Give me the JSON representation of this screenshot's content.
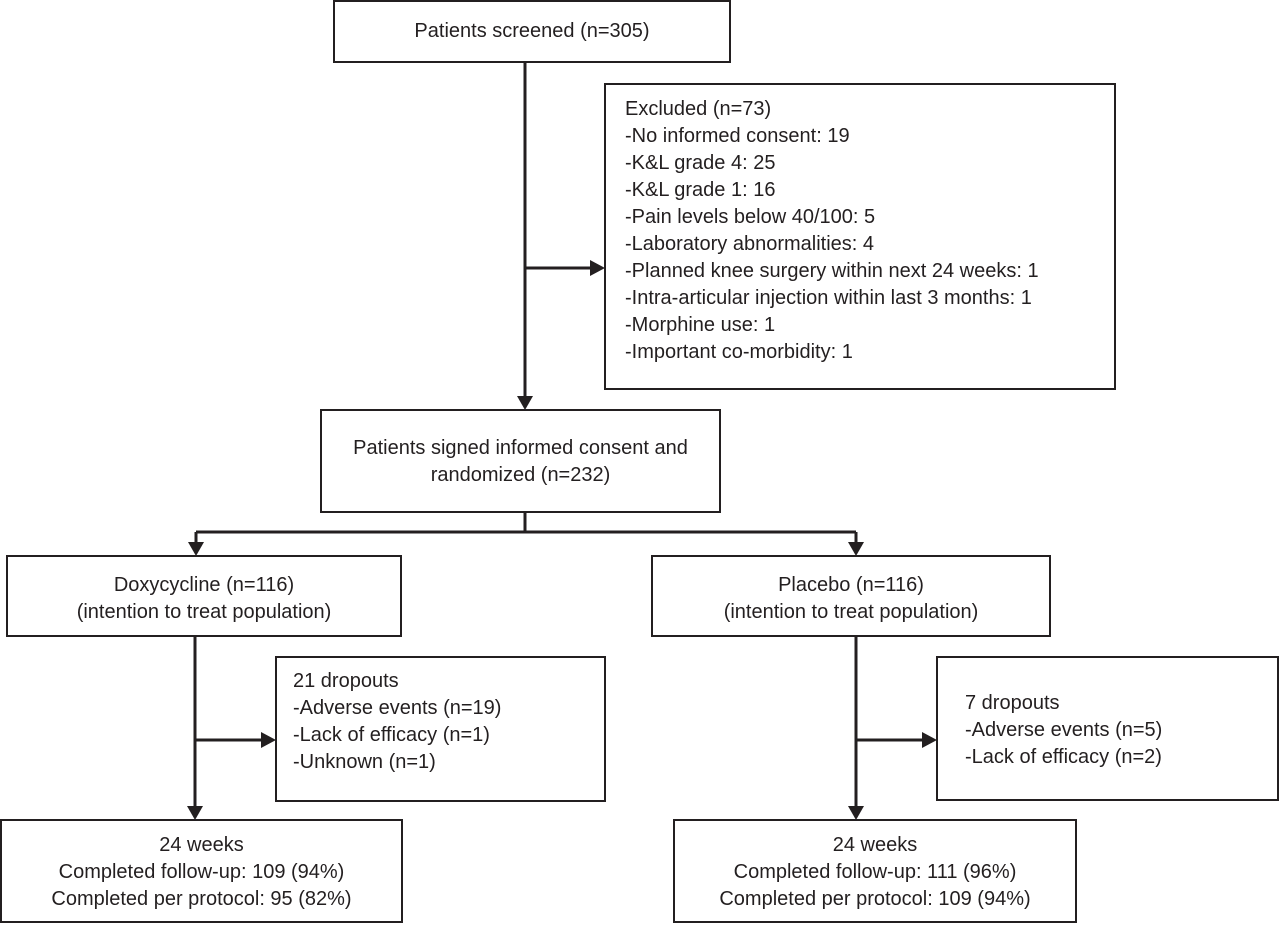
{
  "screened": {
    "lines": [
      "Patients screened (n=305)"
    ]
  },
  "excluded": {
    "lines": [
      "Excluded (n=73)",
      "-No informed consent: 19",
      "-K&L grade 4: 25",
      "-K&L grade 1: 16",
      "-Pain levels below 40/100: 5",
      "-Laboratory abnormalities: 4",
      "-Planned knee surgery within next 24 weeks: 1",
      "-Intra-articular injection within last 3 months: 1",
      "-Morphine use: 1",
      "-Important co-morbidity: 1"
    ]
  },
  "randomized": {
    "lines": [
      "Patients signed informed consent and",
      "randomized (n=232)"
    ]
  },
  "doxycycline": {
    "lines": [
      "Doxycycline (n=116)",
      "(intention to treat population)"
    ]
  },
  "placebo": {
    "lines": [
      "Placebo  (n=116)",
      "(intention to treat population)"
    ]
  },
  "doxy_dropouts": {
    "lines": [
      "21 dropouts",
      "-Adverse events (n=19)",
      "-Lack of efficacy (n=1)",
      "-Unknown (n=1)"
    ]
  },
  "placebo_dropouts": {
    "lines": [
      "7 dropouts",
      "-Adverse events (n=5)",
      "-Lack of efficacy (n=2)"
    ]
  },
  "doxy_outcome": {
    "lines": [
      "24 weeks",
      "Completed follow-up: 109 (94%)",
      "Completed per protocol: 95 (82%)"
    ]
  },
  "placebo_outcome": {
    "lines": [
      "24 weeks",
      "Completed follow-up: 111 (96%)",
      "Completed per protocol: 109 (94%)"
    ]
  }
}
